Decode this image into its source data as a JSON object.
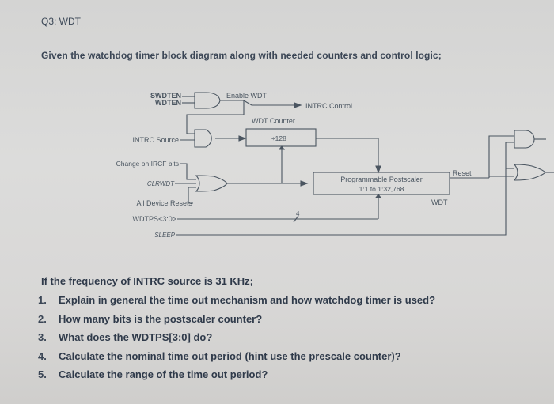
{
  "header": {
    "question_id": "Q3: WDT",
    "given": "Given the watchdog timer block diagram along with needed counters and control logic;"
  },
  "diagram": {
    "labels": {
      "swdten": "SWDTEN",
      "wdten": "WDTEN",
      "enable_wdt": "Enable WDT",
      "intrc_control": "INTRC Control",
      "wdt_counter": "WDT Counter",
      "div128": "÷128",
      "intrc_source": "INTRC Source",
      "change_on_ircf": "Change on IRCF bits",
      "clrwdt": "CLRWDT",
      "all_device_resets": "All Device Resets",
      "wdtps": "WDTPS<3:0>",
      "sleep": "SLEEP",
      "postscaler_line1": "Programmable Postscaler",
      "postscaler_line2": "1:1 to 1:32,768",
      "reset": "Reset",
      "wdt": "WDT",
      "bus_width": "4"
    }
  },
  "questions": {
    "intro": "If the frequency of INTRC source is 31 KHz;",
    "items": [
      {
        "num": "1.",
        "text": "Explain in general the time out mechanism and how watchdog timer is used?"
      },
      {
        "num": "2.",
        "text": "How many bits is the postscaler counter?"
      },
      {
        "num": "3.",
        "text": "What does the WDTPS[3:0] do?"
      },
      {
        "num": "4.",
        "text": "Calculate the nominal time out period (hint use the prescale counter)?"
      },
      {
        "num": "5.",
        "text": "Calculate the range of the time out period?"
      }
    ]
  }
}
